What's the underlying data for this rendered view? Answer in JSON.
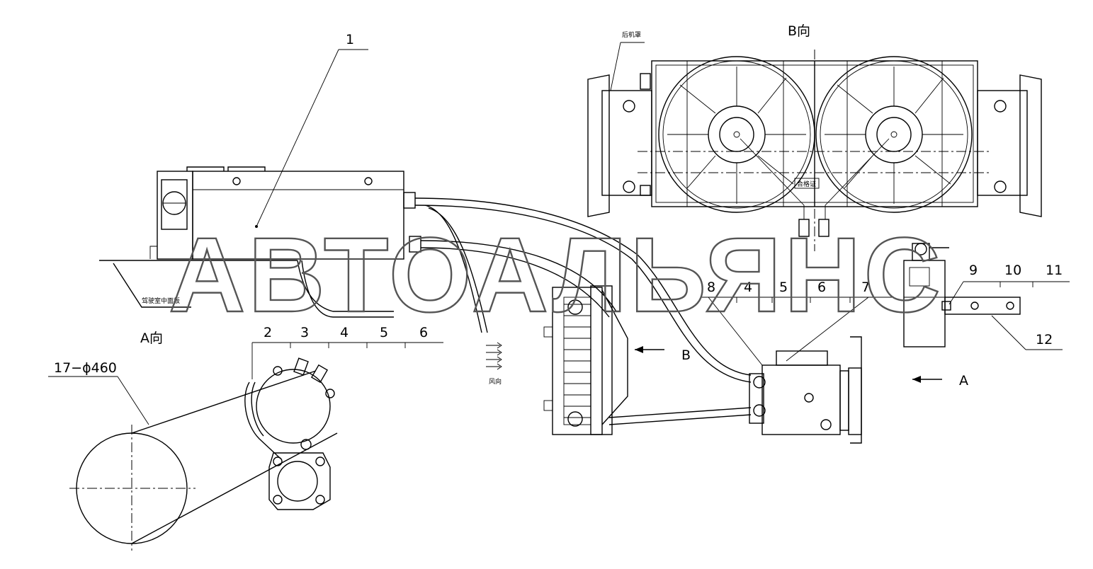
{
  "watermark": "АВТОАЛЬЯНС",
  "views": {
    "b_view": "B向",
    "a_view": "A向"
  },
  "annotations": {
    "rear_hood": "后机罩",
    "cab_panel": "驾驶室中面板",
    "wind_dir": "风向",
    "qualified": "合格证",
    "diameter": "17−ϕ460",
    "arrow_b": "B",
    "arrow_a": "A"
  },
  "callouts_left": [
    "2",
    "3",
    "4",
    "5",
    "6"
  ],
  "callouts_mid": [
    "8",
    "4",
    "5",
    "6",
    "7"
  ],
  "callouts_right": [
    "9",
    "10",
    "11"
  ],
  "callout_1": "1",
  "callout_12": "12"
}
